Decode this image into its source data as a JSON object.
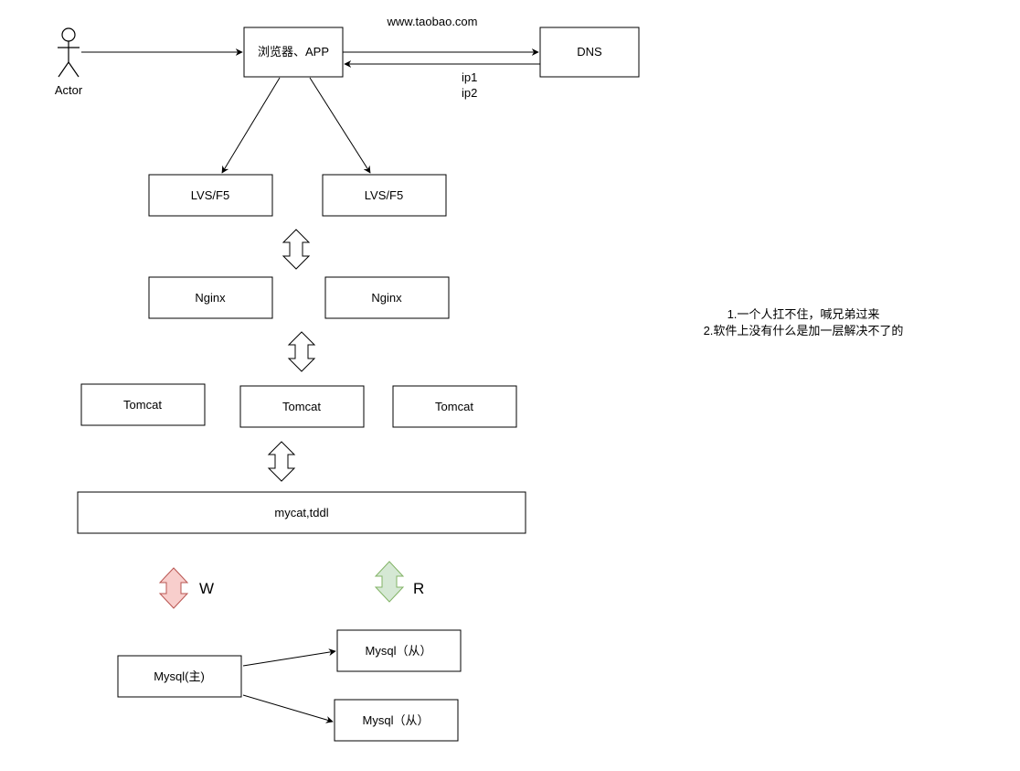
{
  "actor": {
    "label": "Actor"
  },
  "client": {
    "label": "浏览器、APP"
  },
  "dns": {
    "label": "DNS",
    "domain": "www.taobao.com",
    "ips": [
      "ip1",
      "ip2"
    ]
  },
  "lvs": [
    {
      "label": "LVS/F5"
    },
    {
      "label": "LVS/F5"
    }
  ],
  "nginx": [
    {
      "label": "Nginx"
    },
    {
      "label": "Nginx"
    }
  ],
  "tomcat": [
    {
      "label": "Tomcat"
    },
    {
      "label": "Tomcat"
    },
    {
      "label": "Tomcat"
    }
  ],
  "middleware": {
    "label": "mycat,tddl"
  },
  "write_arrow": {
    "label": "W",
    "fill": "#f8cecc",
    "stroke": "#b85450"
  },
  "read_arrow": {
    "label": "R",
    "fill": "#d5e8d4",
    "stroke": "#82b366"
  },
  "mysql_master": {
    "label": "Mysql(主)"
  },
  "mysql_slaves": [
    {
      "label": "Mysql（从）"
    },
    {
      "label": "Mysql（从）"
    }
  ],
  "notes": [
    "1.一个人扛不住，喊兄弟过来",
    "2.软件上没有什么是加一层解决不了的"
  ]
}
